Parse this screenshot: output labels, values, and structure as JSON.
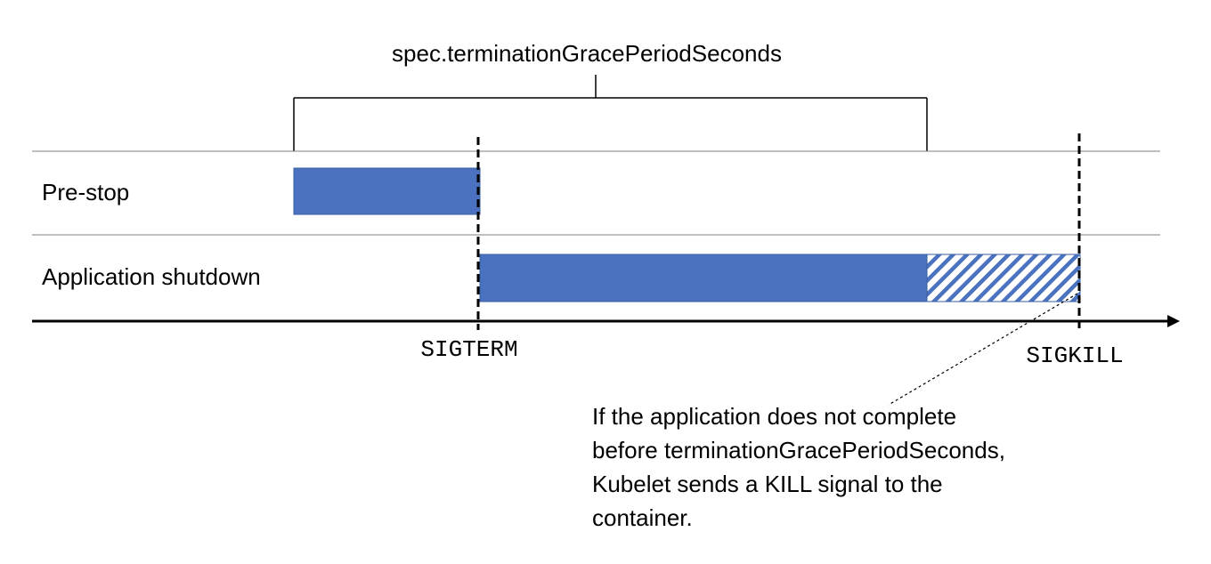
{
  "bracket": {
    "label": "spec.terminationGracePeriodSeconds"
  },
  "rows": [
    {
      "label": "Pre-stop"
    },
    {
      "label": "Application shutdown"
    }
  ],
  "markers": {
    "sigterm": "SIGTERM",
    "sigkill": "SIGKILL"
  },
  "annotation": {
    "lines": [
      "If the application does not complete",
      "before terminationGracePeriodSeconds,",
      "Kubelet sends a KILL signal to the",
      "container."
    ]
  },
  "colors": {
    "bar_fill": "#4a72c0",
    "bar_border": "#3a5da0",
    "hatch_stripe": "#4a72c0",
    "row_divider": "#7f7f7f",
    "axis": "#000000"
  }
}
